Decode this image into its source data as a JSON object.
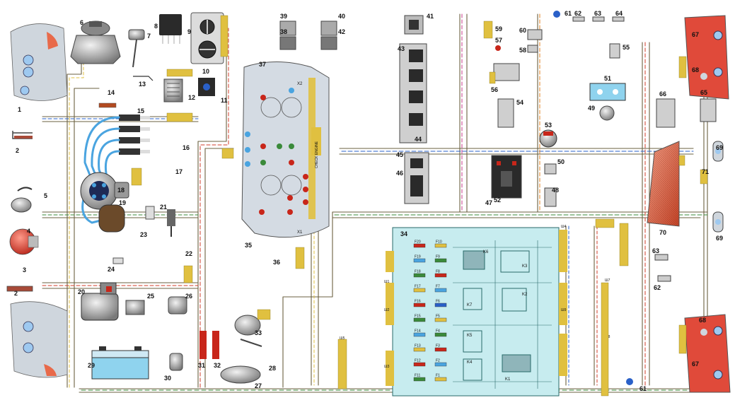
{
  "diagram": {
    "labels": [
      "1",
      "2",
      "3",
      "4",
      "5",
      "6",
      "7",
      "8",
      "9",
      "10",
      "11",
      "12",
      "13",
      "14",
      "15",
      "16",
      "17",
      "18",
      "19",
      "20",
      "21",
      "22",
      "23",
      "24",
      "25",
      "26",
      "27",
      "28",
      "29",
      "30",
      "31",
      "32",
      "33",
      "34",
      "35",
      "36",
      "37",
      "38",
      "39",
      "40",
      "41",
      "42",
      "43",
      "44",
      "45",
      "46",
      "47",
      "48",
      "49",
      "50",
      "51",
      "52",
      "53",
      "54",
      "55",
      "56",
      "57",
      "58",
      "59",
      "60",
      "61",
      "62",
      "63",
      "64",
      "65",
      "66",
      "67",
      "68",
      "69",
      "70",
      "71"
    ],
    "dup_labels": [
      "2",
      "61",
      "62",
      "63",
      "67",
      "68",
      "69"
    ],
    "fuses_left": [
      "F20",
      "F19",
      "F18",
      "F17",
      "F16",
      "F15",
      "F14",
      "F13",
      "F12",
      "F11"
    ],
    "fuses_right": [
      "F10",
      "F9",
      "F8",
      "F7",
      "F6",
      "F5",
      "F4",
      "F3",
      "F2",
      "F1"
    ],
    "relays": [
      "K6",
      "K3",
      "K2",
      "K7",
      "K5",
      "K4",
      "K1"
    ],
    "connectors_left": [
      "Ш1",
      "Ш2",
      "Ш3"
    ],
    "connectors_right": [
      "Ш4",
      "Ш5",
      "Ш6",
      "Ш7",
      "Ш8",
      "Ш9"
    ],
    "cluster_text": [
      "CHECK ENGINE",
      "Х1",
      "Х2"
    ]
  }
}
